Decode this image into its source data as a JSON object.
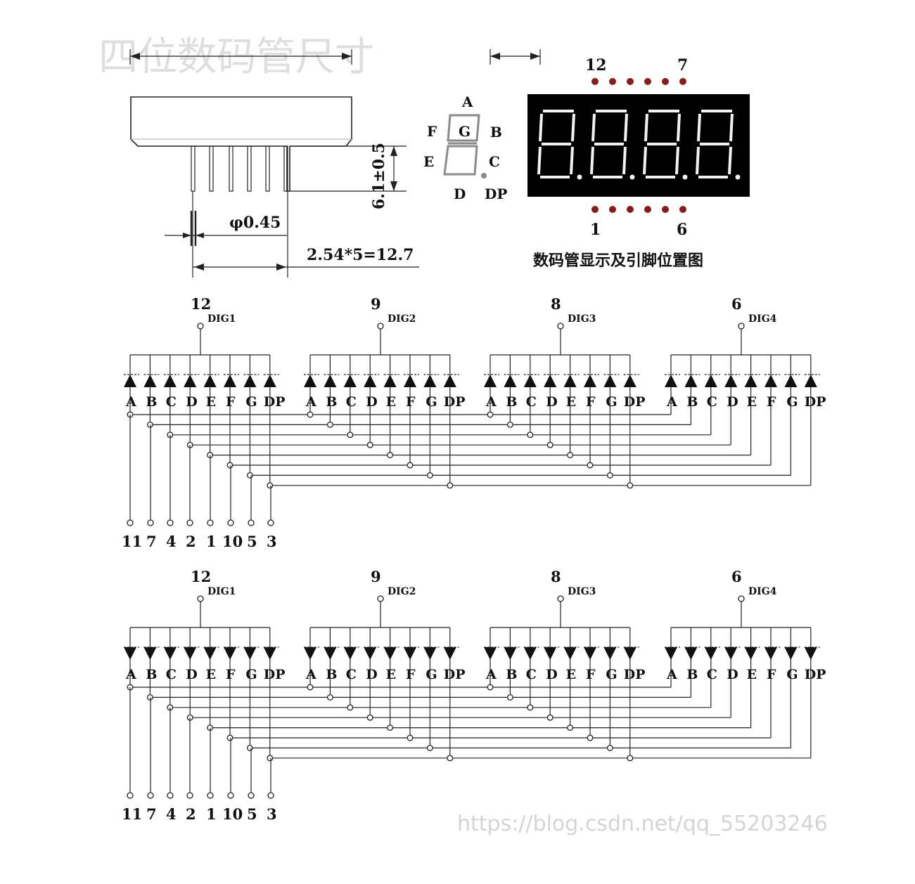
{
  "header": {
    "faded_title": "四位数码管尺寸",
    "watermark": "https://blog.csdn.net/qq_55203246"
  },
  "dimensions": {
    "pin_diameter": "φ0.45",
    "pin_pitch": "2.54*5=12.7",
    "pin_length": "6.1±0.5"
  },
  "segment_legend": {
    "labels": {
      "a": "A",
      "b": "B",
      "c": "C",
      "d": "D",
      "e": "E",
      "f": "F",
      "g": "G",
      "dp": "DP"
    },
    "highlight_color": "#8a8a8a"
  },
  "display": {
    "top_pin_left": "12",
    "top_pin_right": "7",
    "bottom_pin_left": "1",
    "bottom_pin_right": "6",
    "caption": "数码管显示及引脚位置图",
    "body_color": "#000000",
    "pin_dot_color": "#8b1a1a"
  },
  "schematics": [
    {
      "variant": "common-anode",
      "digits": [
        {
          "pin": "12",
          "label": "DIG1"
        },
        {
          "pin": "9",
          "label": "DIG2"
        },
        {
          "pin": "8",
          "label": "DIG3"
        },
        {
          "pin": "6",
          "label": "DIG4"
        }
      ],
      "segments": [
        "A",
        "B",
        "C",
        "D",
        "E",
        "F",
        "G",
        "DP"
      ],
      "segment_pins": [
        "11",
        "7",
        "4",
        "2",
        "1",
        "10",
        "5",
        "3"
      ]
    },
    {
      "variant": "common-cathode",
      "digits": [
        {
          "pin": "12",
          "label": "DIG1"
        },
        {
          "pin": "9",
          "label": "DIG2"
        },
        {
          "pin": "8",
          "label": "DIG3"
        },
        {
          "pin": "6",
          "label": "DIG4"
        }
      ],
      "segments": [
        "A",
        "B",
        "C",
        "D",
        "E",
        "F",
        "G",
        "DP"
      ],
      "segment_pins": [
        "11",
        "7",
        "4",
        "2",
        "1",
        "10",
        "5",
        "3"
      ]
    }
  ]
}
